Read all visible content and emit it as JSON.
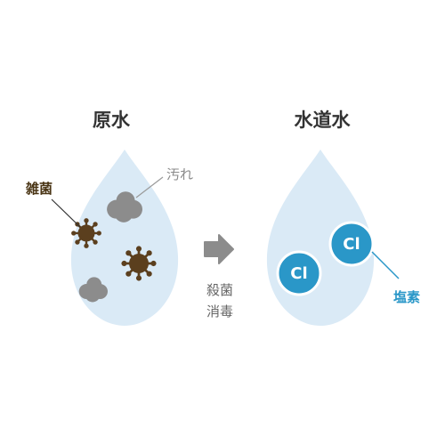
{
  "left": {
    "title": "原水",
    "germ_label": "雑菌",
    "dirt_label": "汚れ"
  },
  "process": {
    "line1": "殺菌",
    "line2": "消毒"
  },
  "right": {
    "title": "水道水",
    "chlorine_label": "塩素",
    "ion_symbol": "Cl"
  },
  "colors": {
    "drop": "#daeaf6",
    "germ": "#5b3f1e",
    "dirt": "#8c8c8c",
    "arrow": "#8c8c8c",
    "chlorine": "#2a97c8",
    "chlorine_ring": "#ffffff"
  }
}
